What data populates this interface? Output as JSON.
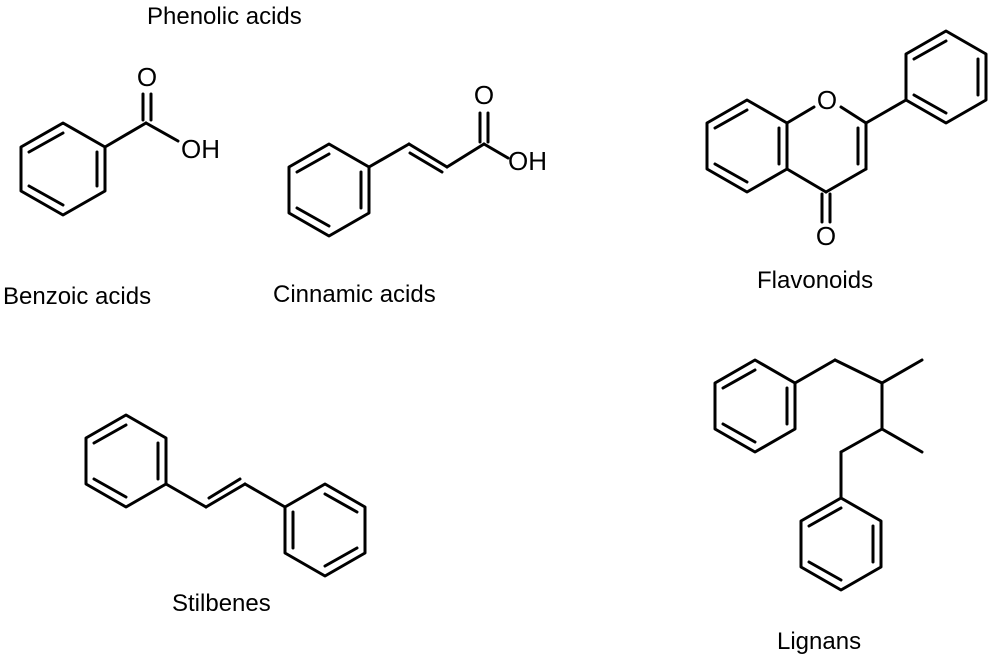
{
  "header": {
    "title": "Phenolic acids"
  },
  "structures": {
    "benzoic": {
      "label": "Benzoic acids",
      "atom_o": "O",
      "atom_oh": "OH"
    },
    "cinnamic": {
      "label": "Cinnamic acids",
      "atom_o": "O",
      "atom_oh": "OH"
    },
    "flavonoid": {
      "label": "Flavonoids",
      "atom_ring_o": "O",
      "atom_keto_o": "O"
    },
    "stilbene": {
      "label": "Stilbenes"
    },
    "lignan": {
      "label": "Lignans"
    }
  }
}
